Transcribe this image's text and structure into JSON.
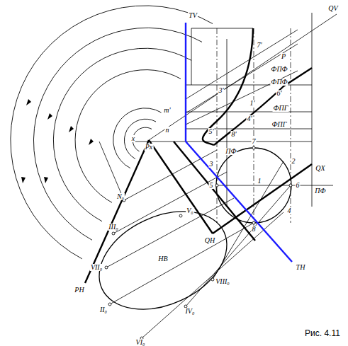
{
  "diagram": {
    "caption": "Рис. 4.11",
    "labels": [
      "QV",
      "P",
      "ФПФ",
      "ФПФ",
      "ФПГ",
      "ФПГ",
      "TV",
      "x",
      "Px",
      "QX",
      "ПФ",
      "ПФ",
      "7",
      "6",
      "5",
      "4",
      "1",
      "8",
      "2",
      "3",
      "НВ",
      "N₀",
      "III₀",
      "V₀",
      "VII₀",
      "II₀",
      "IV₀",
      "VI₀",
      "VIII₀",
      "PH",
      "QH",
      "TH",
      "m'",
      "n",
      "5'",
      "3'",
      "4'",
      "8'",
      "1'",
      "7'",
      "6'"
    ]
  }
}
